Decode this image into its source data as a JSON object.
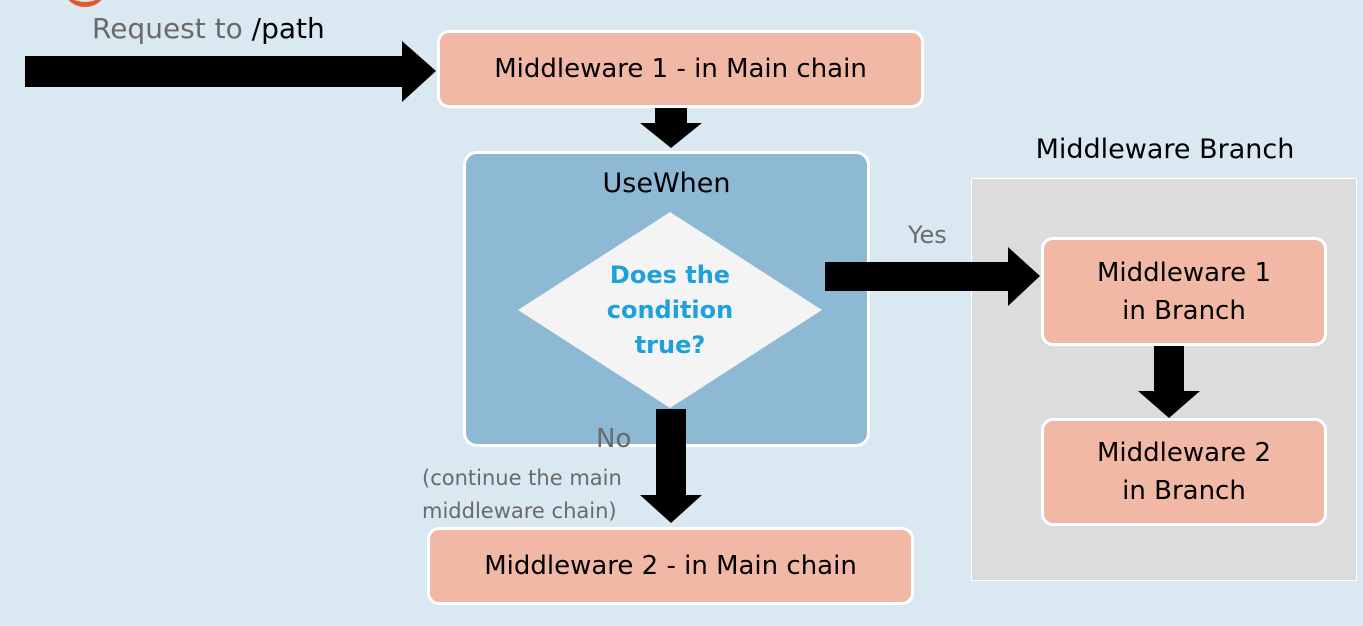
{
  "request": {
    "prefix": "Request to",
    "path": "/path"
  },
  "main_chain": {
    "middleware1": "Middleware 1 - in Main chain",
    "middleware2": "Middleware 2 - in Main chain"
  },
  "usewhen": {
    "title": "UseWhen",
    "condition_line1": "Does the",
    "condition_line2": "condition",
    "condition_line3": "true?"
  },
  "labels": {
    "yes": "Yes",
    "no": "No",
    "no_note_line1": "(continue the main",
    "no_note_line2": "middleware chain)"
  },
  "branch": {
    "title": "Middleware Branch",
    "mw1_line1": "Middleware 1",
    "mw1_line2": "in Branch",
    "mw2_line1": "Middleware 2",
    "mw2_line2": "in Branch"
  },
  "colors": {
    "background": "#d9e8f1",
    "middleware_box": "#f2b8a6",
    "usewhen_box": "#8db9d4",
    "branch_area": "#dcdcdc",
    "condition_text": "#1ea0dc",
    "arrow": "#000000"
  }
}
